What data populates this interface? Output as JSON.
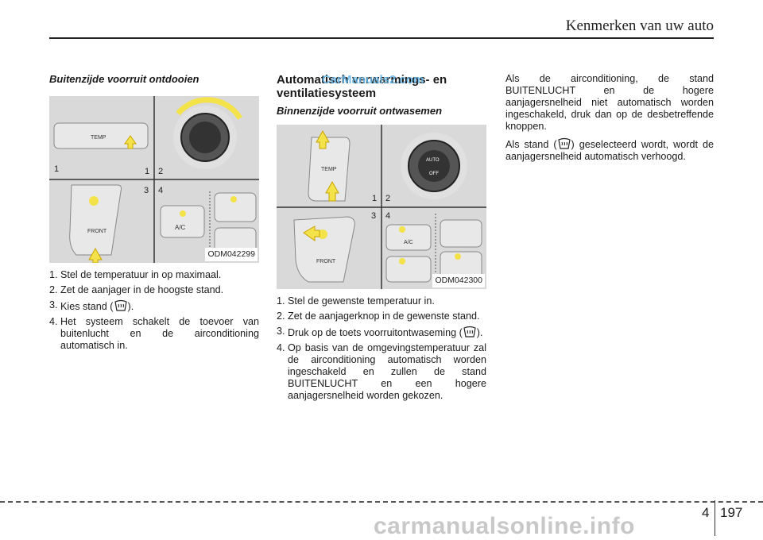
{
  "header": {
    "title": "Kenmerken van uw auto"
  },
  "col1": {
    "subtitle": "Buitenzijde voorruit ontdooien",
    "figure": {
      "code": "ODM042299",
      "labels": {
        "temp": "TEMP",
        "n1": "1",
        "n2": "2",
        "n3": "3",
        "n4": "4",
        "front": "FRONT",
        "ac": "A/C"
      }
    },
    "steps": [
      {
        "num": "1.",
        "text": "Stel de temperatuur in op maximaal."
      },
      {
        "num": "2.",
        "text": "Zet de aanjager in de hoogste stand."
      },
      {
        "num": "3.",
        "text_before": "Kies stand (",
        "text_after": ")."
      },
      {
        "num": "4.",
        "text": "Het systeem schakelt de toevoer van buitenlucht en de airconditioning automatisch in."
      }
    ]
  },
  "col2": {
    "title_line1": "Automatisch verwarmings- en",
    "title_line2": "ventilatiesysteem",
    "subtitle": "Binnenzijde voorruit ontwasemen",
    "figure": {
      "code": "ODM042300",
      "labels": {
        "temp": "TEMP",
        "n1": "1",
        "n2": "2",
        "n3": "3",
        "n4": "4",
        "front": "FRONT",
        "ac": "A/C",
        "auto": "AUTO",
        "off": "OFF"
      }
    },
    "steps": [
      {
        "num": "1.",
        "text": "Stel de gewenste temperatuur in."
      },
      {
        "num": "2.",
        "text": "Zet de aanjagerknop in de gewenste stand."
      },
      {
        "num": "3.",
        "text_before": "Druk op de toets voorruitontwaseming (",
        "text_after": ")."
      },
      {
        "num": "4.",
        "text": "Op basis van de omgevingstemperatuur zal de airconditioning automatisch worden ingeschakeld en zullen de stand BUITENLUCHT en een hogere aanjagersnelheid worden gekozen."
      }
    ]
  },
  "col3": {
    "para1": "Als de airconditioning, de stand BUITENLUCHT en de hogere aanjagersnelheid niet automatisch worden ingeschakeld, druk dan op de desbetreffende knoppen.",
    "para2_before": "Als stand (",
    "para2_after": ") geselecteerd wordt, wordt de aanjagersnelheid automatisch verhoogd."
  },
  "watermark": "CarManuals2.com",
  "footer": {
    "chapter": "4",
    "page": "197",
    "site": "carmanualsonline.info"
  }
}
